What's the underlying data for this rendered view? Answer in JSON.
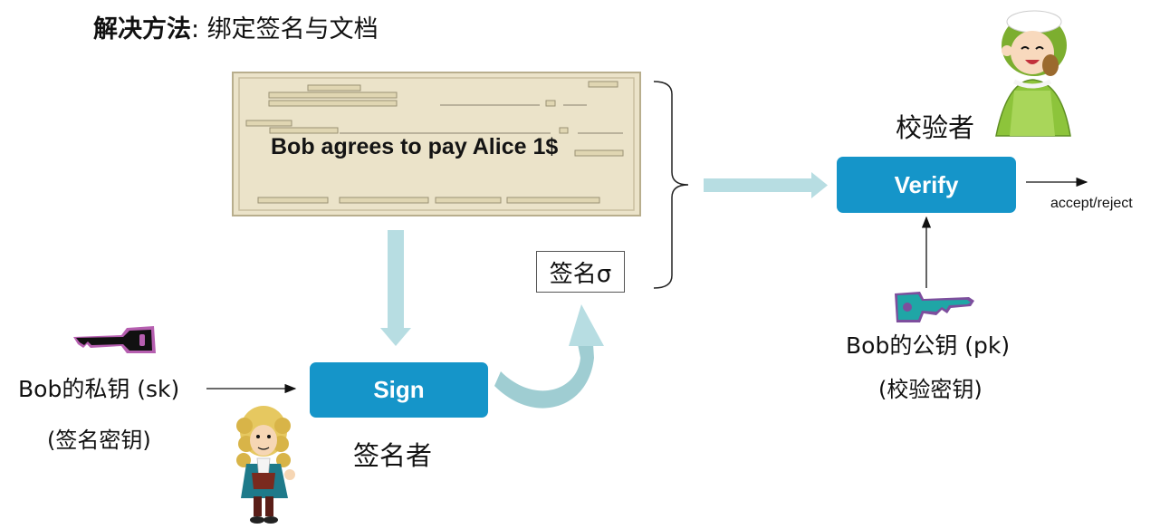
{
  "title": {
    "bold": "解决方法",
    "rest": ": 绑定签名与文档"
  },
  "document": {
    "text": "Bob agrees to pay Alice 1$"
  },
  "signature_label": "签名σ",
  "sign_button": "Sign",
  "verify_button": "Verify",
  "signer_label": "签名者",
  "verifier_label": "校验者",
  "secret_key": {
    "line1": "Bob的私钥 (sk)",
    "line2": "(签名密钥)"
  },
  "public_key": {
    "line1": "Bob的公钥 (pk)",
    "line2": "(校验密钥)"
  },
  "output_label": "accept/reject"
}
